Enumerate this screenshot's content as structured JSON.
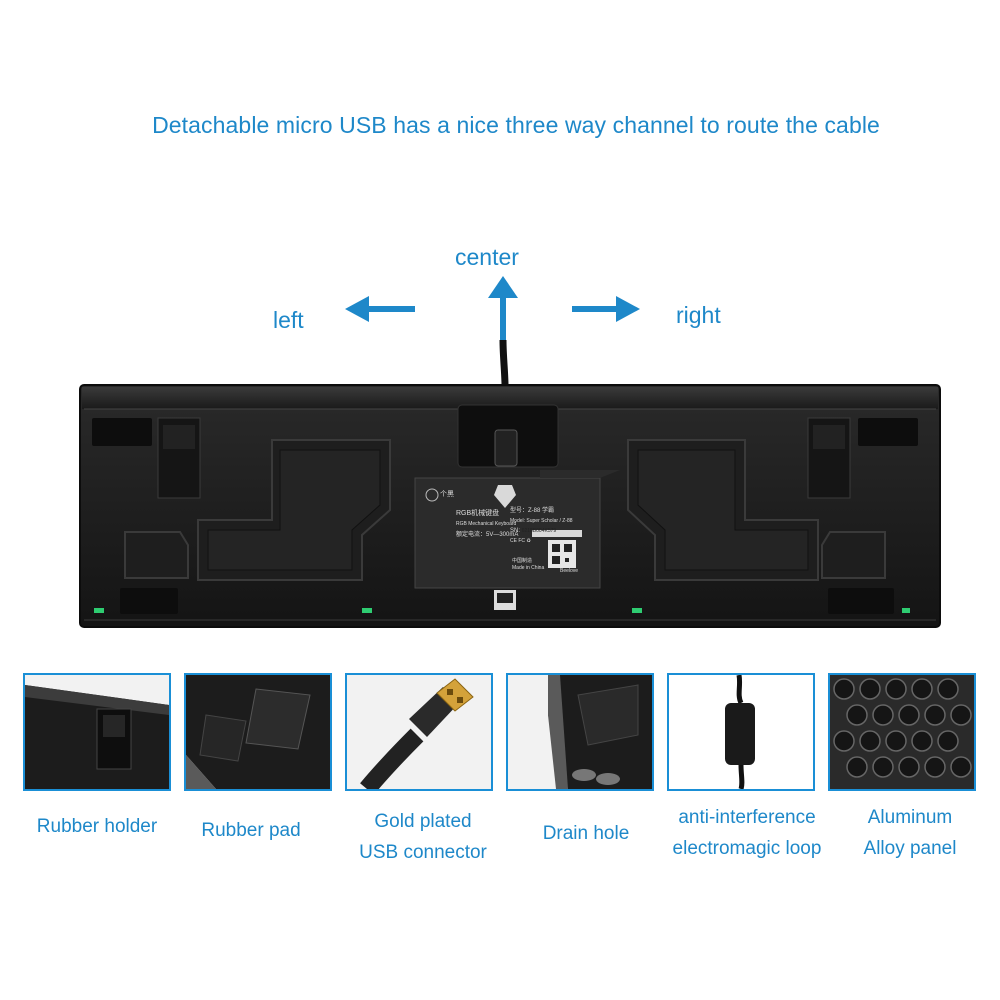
{
  "headline": "Detachable micro USB has a nice three way channel to route the cable",
  "directions": {
    "center": "center",
    "left": "left",
    "right": "right"
  },
  "label_plate": {
    "brand": "个黑",
    "title_cn": "RGB机械键盘",
    "title_en": "RGB Mechanical Keyboard",
    "rating": "额定电流：5V—300mA",
    "model_cn": "型号：Z-88 学霸",
    "model_en": "Model: Super Scholar / Z-88",
    "sn_label": "SN:",
    "sn_value": "6218B004K579",
    "cert_marks": "CE FC ♻",
    "origin": "中国制造",
    "origin_en": "Made in China",
    "maker": "Beelove"
  },
  "features": [
    {
      "id": "rubber-holder",
      "line1": "Rubber holder",
      "line2": ""
    },
    {
      "id": "rubber-pad",
      "line1": "Rubber pad",
      "line2": ""
    },
    {
      "id": "usb-connector",
      "line1": "Gold plated",
      "line2": "USB connector"
    },
    {
      "id": "drain-hole",
      "line1": "Drain hole",
      "line2": ""
    },
    {
      "id": "emi-loop",
      "line1": "anti-interference",
      "line2": "electromagic loop"
    },
    {
      "id": "aluminum-panel",
      "line1": "Aluminum",
      "line2": "Alloy panel"
    }
  ],
  "colors": {
    "accent": "#1e88c9",
    "frame": "#1a8fd6",
    "keyboard": "#1b1b1b"
  }
}
